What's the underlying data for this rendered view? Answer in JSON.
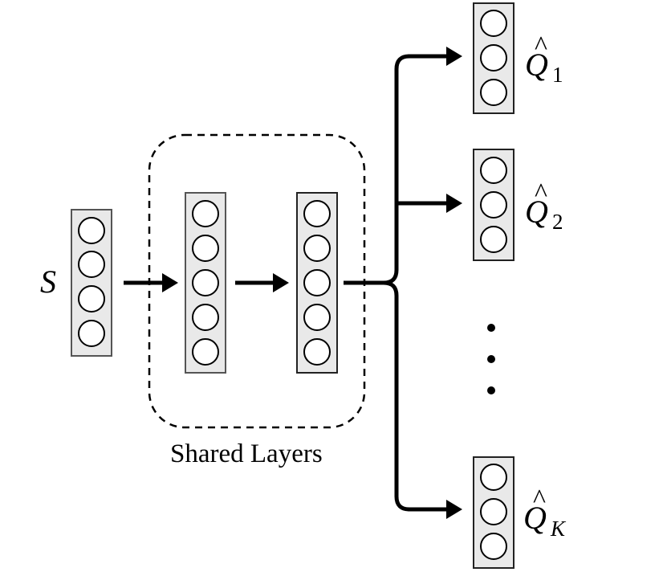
{
  "input_label": "S",
  "shared_caption": "Shared Layers",
  "outputs": [
    {
      "symbol": "Q",
      "hat": "^",
      "subscript": "1"
    },
    {
      "symbol": "Q",
      "hat": "^",
      "subscript": "2"
    },
    {
      "symbol": "Q",
      "hat": "^",
      "subscript": "K"
    }
  ],
  "layers": [
    {
      "role": "input",
      "neurons": 4
    },
    {
      "role": "shared",
      "neurons": 5
    },
    {
      "role": "shared",
      "neurons": 5
    },
    {
      "role": "output",
      "neurons": 3
    },
    {
      "role": "output",
      "neurons": 3
    },
    {
      "role": "output",
      "neurons": 3
    }
  ],
  "ellipsis_dots": 3
}
